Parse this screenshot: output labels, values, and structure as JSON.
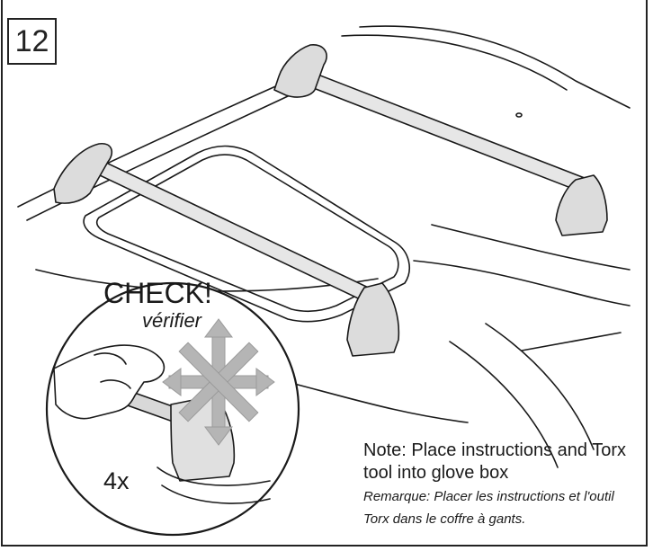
{
  "step": {
    "number": "12"
  },
  "callout": {
    "check_label": "CHECK!",
    "check_label_fr": "vérifier",
    "quantity": "4x"
  },
  "note": {
    "line1": "Note: Place instructions and Torx",
    "line2": "tool into glove box",
    "fr_line1": "Remarque: Placer les instructions et l'outil",
    "fr_line2": "Torx dans le coffre à gants."
  },
  "colors": {
    "line": "#1a1a1a",
    "arrows": "#b5b5b5",
    "bar_shade": "#d8d8d8"
  }
}
